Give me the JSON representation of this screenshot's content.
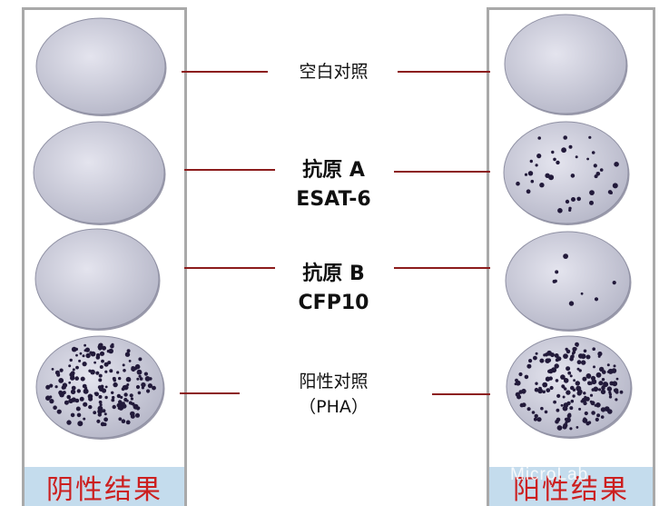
{
  "columns": {
    "negative_title": "阴性结果",
    "positive_title": "阳性结果"
  },
  "rows": [
    {
      "id": "blank",
      "lines": [
        "空白对照"
      ],
      "negative_spots": 0,
      "positive_spots": 0
    },
    {
      "id": "antigen-a",
      "lines": [
        "抗原 A",
        "ESAT-6"
      ],
      "negative_spots": 0,
      "positive_spots": 40
    },
    {
      "id": "antigen-b",
      "lines": [
        "抗原 B",
        "CFP10"
      ],
      "negative_spots": 0,
      "positive_spots": 8
    },
    {
      "id": "pha",
      "lines": [
        "阳性对照",
        "（PHA）"
      ],
      "negative_spots": 180,
      "positive_spots": 180
    }
  ],
  "watermark": "MicroLab",
  "colors": {
    "panel_border": "#a9a9a9",
    "footer_bg": "#c4dced",
    "footer_text": "#cc1f1f",
    "connector": "#8c1c1c",
    "well_fill_light": "#e4e4ee",
    "well_fill_dark": "#b6b7c8",
    "spot": "#221a3a"
  }
}
